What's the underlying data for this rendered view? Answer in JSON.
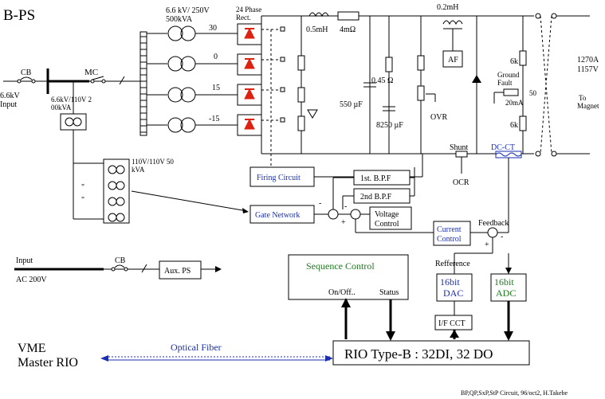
{
  "title": "B-PS",
  "input": {
    "voltage": "6.6kV",
    "label": "Input",
    "cb": "CB",
    "mc": "MC"
  },
  "main_transformer": {
    "rating": "6.6 kV/ 250V",
    "capacity": "500kVA"
  },
  "rectifier": {
    "title_line1": "24 Phase",
    "title_line2": "Rect."
  },
  "phases": [
    "30",
    "0",
    "15",
    "-15"
  ],
  "aux_transformer": {
    "rating": "6.6kV/110V 2",
    "capacity": "00kVA"
  },
  "small_transformer": {
    "rating": "110V/110V 50",
    "capacity": "kVA",
    "ditto": "\""
  },
  "filter": {
    "inductor1": "0.5mH",
    "resistor1": "4mΩ",
    "inductor2": "0.2mH",
    "cap1": "550 µF",
    "res2": "0.45 Ω",
    "cap2": "8250 µF",
    "af": "AF",
    "ovr": "OVR",
    "res_6k_top": "6k",
    "res_6k_bottom": "6k",
    "ground_fault_line1": "Ground",
    "ground_fault_line2": "Fault",
    "ground_current": "20mA",
    "val_50": "50"
  },
  "output": {
    "current": "1270A",
    "voltage": "1157V",
    "magnet_line1": "To",
    "magnet_line2": "Magnet"
  },
  "shunt": "Shunt",
  "ocr": "OCR",
  "dcct": "DC-CT",
  "control": {
    "firing": "Firing Circuit",
    "gate": "Gate Network",
    "bpf1": "1st. B.P.F",
    "bpf2": "2nd B.P.F",
    "voltage_line1": "Voltage",
    "voltage_line2": "Control",
    "current_line1": "Current",
    "current_line2": "Control",
    "feedback": "Feedback",
    "minus": "-",
    "plus": "+"
  },
  "aux": {
    "input_label": "Input",
    "input_voltage": "AC 200V",
    "cb": "CB",
    "aux_ps": "Aux. PS"
  },
  "sequence": {
    "title": "Sequence Control",
    "onoff": "On/Off..",
    "status": "Status"
  },
  "refference": "Refference",
  "dac": {
    "line1": "16bit",
    "line2": "DAC"
  },
  "adc": {
    "line1": "16bit",
    "line2": "ADC"
  },
  "ifcct": "I/F CCT",
  "vme": {
    "line1": "VME",
    "line2": "Master RIO"
  },
  "optical": "Optical Fiber",
  "rio": "RIO Type-B : 32DI, 32 DO",
  "footer": "BP,QP,SxP,StP Circuit, 96/oct2, H.Takebe"
}
